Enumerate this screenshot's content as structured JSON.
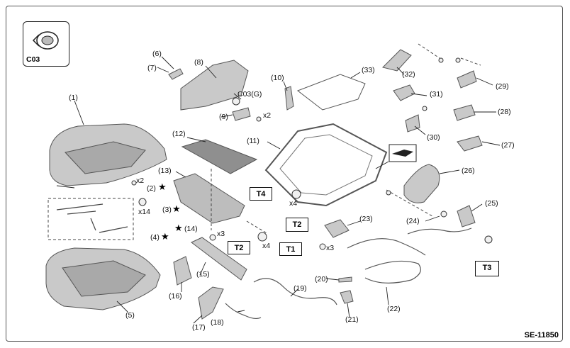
{
  "inset": {
    "code": "C03"
  },
  "reference": "SE-11850",
  "callouts": [
    {
      "id": "1",
      "text": "(1)"
    },
    {
      "id": "2",
      "text": "(2)"
    },
    {
      "id": "3",
      "text": "(3)"
    },
    {
      "id": "4",
      "text": "(4)"
    },
    {
      "id": "5",
      "text": "(5)"
    },
    {
      "id": "6",
      "text": "(6)"
    },
    {
      "id": "7",
      "text": "(7)"
    },
    {
      "id": "8",
      "text": "(8)"
    },
    {
      "id": "9",
      "text": "(9)"
    },
    {
      "id": "10",
      "text": "(10)"
    },
    {
      "id": "11",
      "text": "(11)"
    },
    {
      "id": "12",
      "text": "(12)"
    },
    {
      "id": "13",
      "text": "(13)"
    },
    {
      "id": "14",
      "text": "(14)"
    },
    {
      "id": "15",
      "text": "(15)"
    },
    {
      "id": "16",
      "text": "(16)"
    },
    {
      "id": "17",
      "text": "(17)"
    },
    {
      "id": "18",
      "text": "(18)"
    },
    {
      "id": "19",
      "text": "(19)"
    },
    {
      "id": "20",
      "text": "(20)"
    },
    {
      "id": "21",
      "text": "(21)"
    },
    {
      "id": "22",
      "text": "(22)"
    },
    {
      "id": "23",
      "text": "(23)"
    },
    {
      "id": "24",
      "text": "(24)"
    },
    {
      "id": "25",
      "text": "(25)"
    },
    {
      "id": "26",
      "text": "(26)"
    },
    {
      "id": "27",
      "text": "(27)"
    },
    {
      "id": "28",
      "text": "(28)"
    },
    {
      "id": "29",
      "text": "(29)"
    },
    {
      "id": "30",
      "text": "(30)"
    },
    {
      "id": "31",
      "text": "(31)"
    },
    {
      "id": "32",
      "text": "(32)"
    },
    {
      "id": "33",
      "text": "(33)"
    }
  ],
  "quantities": {
    "q9": "x2",
    "q2": "x2",
    "q3": "x14",
    "q14": "x3",
    "qT4": "x4",
    "qT2": "x4",
    "qT1": "x3"
  },
  "clip_ref": "C03(G)",
  "torque_boxes": {
    "T4": "T4",
    "T2a": "T2",
    "T2b": "T2",
    "T1": "T1",
    "T3": "T3"
  },
  "star_symbol": "★"
}
